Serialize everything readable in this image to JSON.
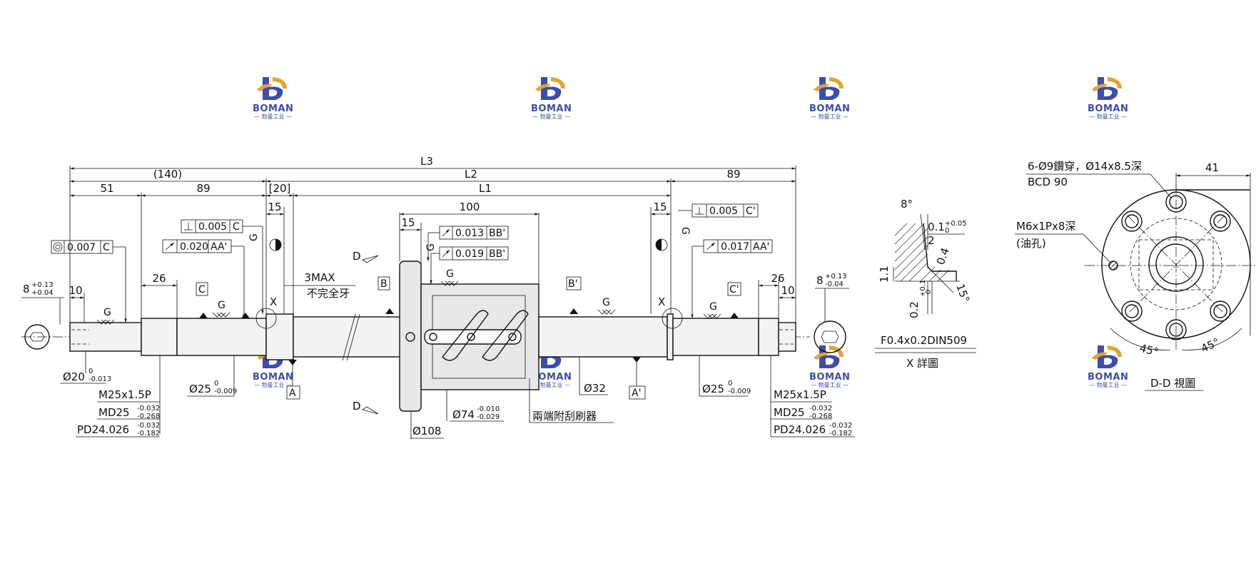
{
  "brand": {
    "name": "BOMAN",
    "subtitle": "— 勃曼工业 —",
    "color_primary": "#3d4ea8",
    "color_accent": "#e0a530"
  },
  "dimensions": {
    "L3": "L3",
    "L2": "L2",
    "L1": "L1",
    "d140": "(140)",
    "d89_right": "89",
    "d51": "51",
    "d89_left": "89",
    "d20": "[20]",
    "d15_a": "15",
    "d15_b": "15",
    "d100": "100",
    "d15_c": "15",
    "d26_left": "26",
    "d10_left": "10",
    "d26_right": "26",
    "d10_right": "10",
    "d3max": "3MAX",
    "incomplete_thread": "不完全牙"
  },
  "tolerances": {
    "left_end_tol": "8",
    "left_end_up": "+0.13",
    "left_end_low": "+0.04",
    "right_end_tol": "8",
    "right_end_up": "+0.13",
    "right_end_low": "-0.04",
    "conc_val": "0.007",
    "conc_ref": "C",
    "perp1_val": "0.005",
    "perp1_ref": "C",
    "run1_val": "0.020",
    "run1_ref": "AA'",
    "run_bb1_val": "0.013",
    "run_bb1_ref": "BB'",
    "run_bb2_val": "0.019",
    "run_bb2_ref": "BB'",
    "perp2_val": "0.005",
    "perp2_ref": "C'",
    "run2_val": "0.017",
    "run2_ref": "AA'"
  },
  "datums": {
    "A": "A",
    "A_prime": "A'",
    "B": "B",
    "B_prime": "B'",
    "C": "C",
    "C_prime": "C'",
    "D": "D",
    "X": "X",
    "G": "G"
  },
  "diameters": {
    "d20": "Ø20",
    "d20_up": "0",
    "d20_low": "-0.013",
    "d25_left": "Ø25",
    "d25_left_up": "0",
    "d25_left_low": "-0.009",
    "d25_right": "Ø25",
    "d25_right_up": "0",
    "d25_right_low": "-0.009",
    "d32": "Ø32",
    "d74": "Ø74",
    "d74_up": "-0.010",
    "d74_low": "-0.029",
    "d108": "Ø108"
  },
  "threads": {
    "left_m": "M25x1.5P",
    "left_md": "MD25",
    "left_md_up": "-0.032",
    "left_md_low": "-0.268",
    "left_pd": "PD24.026",
    "left_pd_up": "-0.032",
    "left_pd_low": "-0.182",
    "right_m": "M25x1.5P",
    "right_md": "MD25",
    "right_md_up": "-0.032",
    "right_md_low": "-0.268",
    "right_pd": "PD24.026",
    "right_pd_up": "-0.032",
    "right_pd_low": "-0.182"
  },
  "notes": {
    "wiper": "兩端附刮刷器"
  },
  "x_detail": {
    "angle_top": "8°",
    "v01": "0.1",
    "v01_up": "+0.05",
    "v01_low": "0",
    "v2": "2",
    "v04": "0.4",
    "v11": "1.1",
    "v02": "0.2",
    "v02_up": "+0.1",
    "v02_low": "0",
    "angle15": "15°",
    "spec": "F0.4x0.2DIN509",
    "title": "X 詳圖"
  },
  "dd_view": {
    "holes": "6-Ø9鑽穿，Ø14x8.5深",
    "bcd": "BCD 90",
    "w41": "41",
    "oil": "M6x1Px8深",
    "oil_note": "(油孔)",
    "ang1": "45°",
    "ang2": "45°",
    "title": "D-D 視圖"
  }
}
